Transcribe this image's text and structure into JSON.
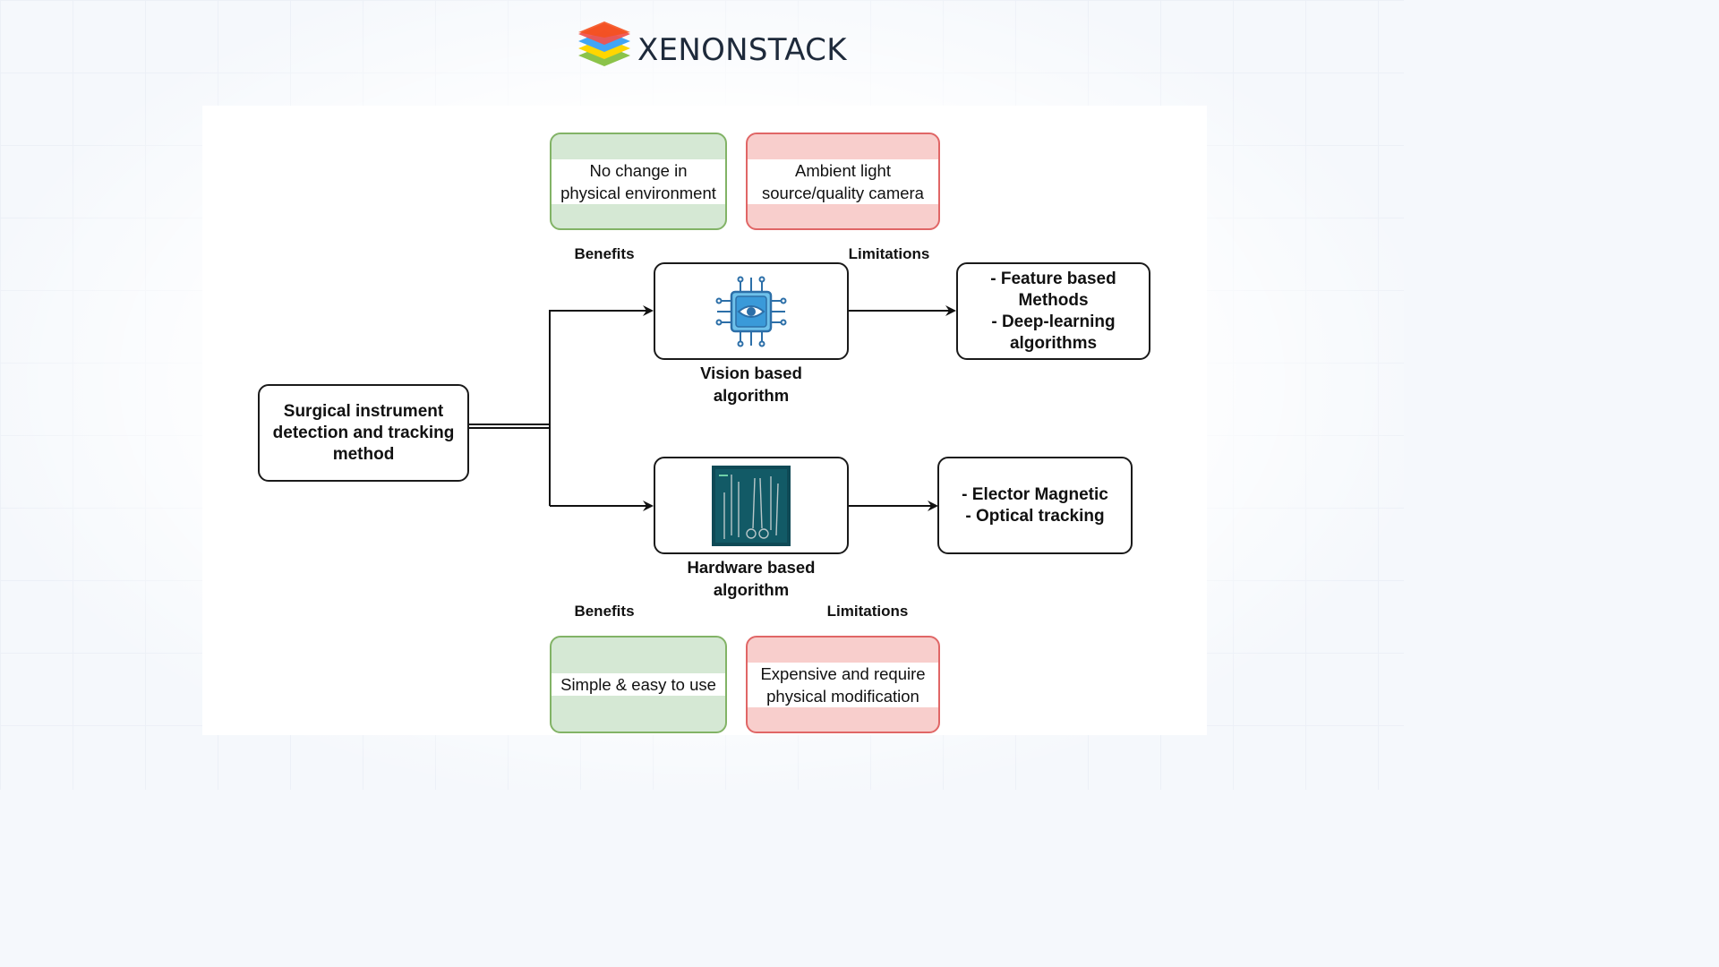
{
  "brand": {
    "name": "XENONSTACK"
  },
  "diagram": {
    "root": "Surgical instrument\ndetection and tracking\nmethod",
    "vision": {
      "label": "Vision based\nalgorithm",
      "icon": "ai-eye-chip-icon",
      "benefits_label": "Benefits",
      "limitations_label": "Limitations",
      "benefit": "No change in\nphysical  environment",
      "limitation": "Ambient light\nsource/quality camera",
      "methods": "- Feature based\nMethods\n- Deep-learning\nalgorithms"
    },
    "hardware": {
      "label": "Hardware based\nalgorithm",
      "icon": "surgical-instruments-photo",
      "benefits_label": "Benefits",
      "limitations_label": "Limitations",
      "benefit": "Simple & easy to use",
      "limitation": "Expensive and require\nphysical modification",
      "methods": "- Elector Magnetic\n- Optical tracking"
    }
  },
  "colors": {
    "benefit_fill": "#d5e8d4",
    "benefit_stroke": "#82b366",
    "limitation_fill": "#f8cecc",
    "limitation_stroke": "#e06666"
  }
}
